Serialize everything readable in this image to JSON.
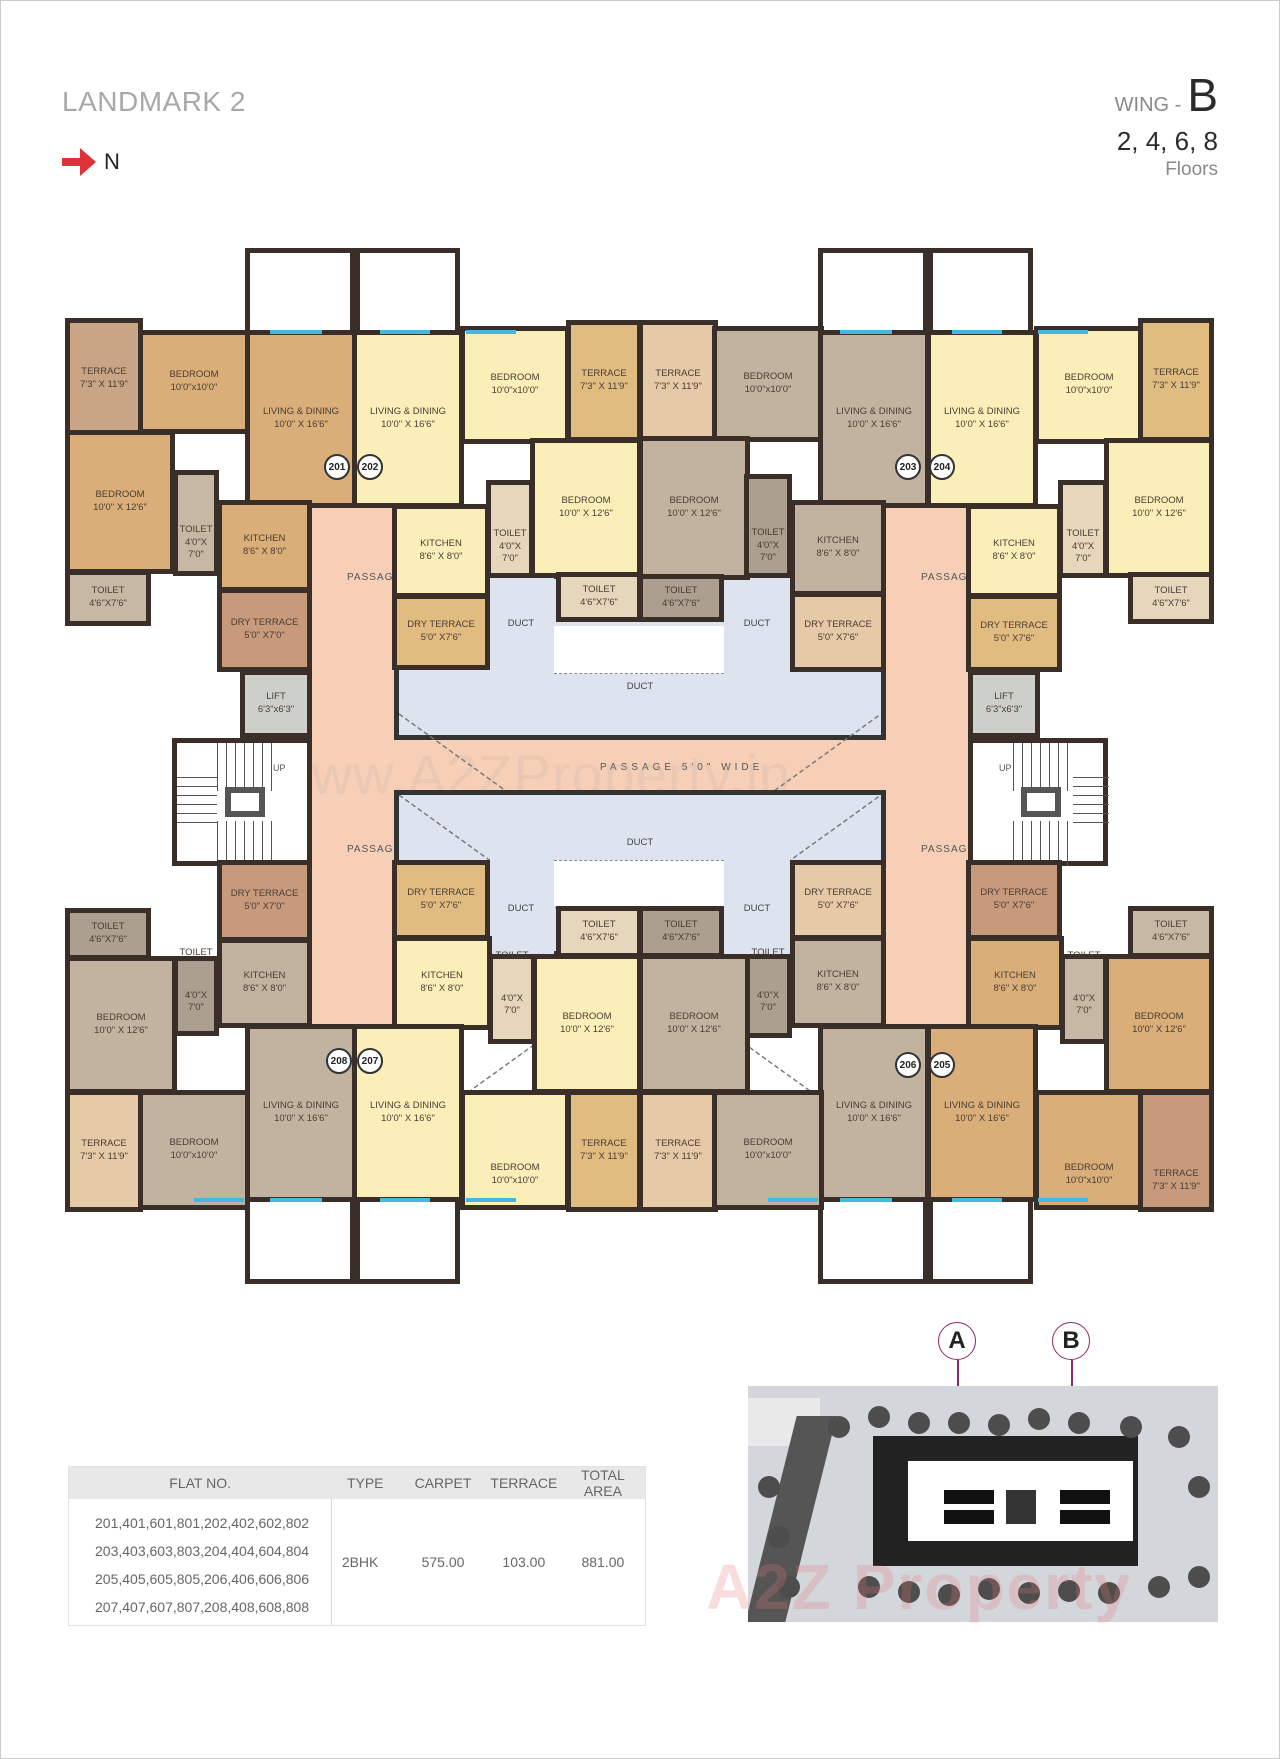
{
  "header": {
    "project_title": "LANDMARK 2",
    "north_label": "N",
    "north_icon": "red-arrow-right",
    "wing_prefix": "WING -",
    "wing_letter": "B",
    "floors": "2, 4, 6, 8",
    "floors_label": "Floors"
  },
  "colors": {
    "wall": "#3a2e29",
    "passage": "#f7cfb7",
    "duct": "#dde3ef",
    "window": "#45b8de",
    "north_arrow": "#e0303a",
    "flat_tan": "#d9ae78",
    "flat_yellow": "#fbefb9",
    "flat_grey": "#c2b3a1"
  },
  "plan": {
    "flat_badges": [
      "201",
      "202",
      "203",
      "204",
      "205",
      "206",
      "207",
      "208"
    ],
    "passage_vertical_label": "PASSAGE",
    "passage_horizontal_label": "PASSAGE 5'0\" WIDE",
    "duct_label": "DUCT",
    "stair_label": "UP",
    "lift": {
      "label": "LIFT",
      "size": "6'3\"x6'3\""
    },
    "watermark": "www.A2ZProperty.in",
    "flats": {
      "f201": {
        "terrace": {
          "label": "TERRACE",
          "size": "7'3\" X 11'9\""
        },
        "bedroom1": {
          "label": "BEDROOM",
          "size": "10'0\"x10'0\""
        },
        "bedroom2": {
          "label": "BEDROOM",
          "size": "10'0\" X 12'6\""
        },
        "living": {
          "label": "LIVING & DINING",
          "size": "10'0\" X 16'6\""
        },
        "kitchen": {
          "label": "KITCHEN",
          "size": "8'6\" X 8'0\""
        },
        "toilet1": {
          "label": "TOILET",
          "size": "4'0\"X 7'0\""
        },
        "toilet2": {
          "label": "TOILET",
          "size": "4'6\"X7'6\""
        },
        "dry_terrace": {
          "label": "DRY TERRACE",
          "size": "5'0\" X7'0\""
        }
      },
      "f202": {
        "living": {
          "label": "LIVING & DINING",
          "size": "10'0\" X 16'6\""
        },
        "bedroom1": {
          "label": "BEDROOM",
          "size": "10'0\"x10'0\""
        },
        "terrace": {
          "label": "TERRACE",
          "size": "7'3\" X 11'9\""
        },
        "bedroom2": {
          "label": "BEDROOM",
          "size": "10'0\" X 12'6\""
        },
        "kitchen": {
          "label": "KITCHEN",
          "size": "8'6\" X 8'0\""
        },
        "toilet1": {
          "label": "TOILET",
          "size": "4'0\"X 7'0\""
        },
        "toilet2": {
          "label": "TOILET",
          "size": "4'6\"X7'6\""
        },
        "dry_terrace": {
          "label": "DRY TERRACE",
          "size": "5'0\" X7'6\""
        }
      },
      "f203": {
        "terrace": {
          "label": "TERRACE",
          "size": "7'3\" X 11'9\""
        },
        "bedroom1": {
          "label": "BEDROOM",
          "size": "10'0\"x10'0\""
        },
        "bedroom2": {
          "label": "BEDROOM",
          "size": "10'0\" X 12'6\""
        },
        "living": {
          "label": "LIVING & DINING",
          "size": "10'0\" X 16'6\""
        },
        "kitchen": {
          "label": "KITCHEN",
          "size": "8'6\" X 8'0\""
        },
        "toilet1": {
          "label": "TOILET",
          "size": "4'0\"X 7'0\""
        },
        "toilet2": {
          "label": "TOILET",
          "size": "4'6\"X7'6\""
        },
        "dry_terrace": {
          "label": "DRY TERRACE",
          "size": "5'0\" X7'6\""
        }
      },
      "f204": {
        "living": {
          "label": "LIVING & DINING",
          "size": "10'0\" X 16'6\""
        },
        "bedroom1": {
          "label": "BEDROOM",
          "size": "10'0\"x10'0\""
        },
        "terrace": {
          "label": "TERRACE",
          "size": "7'3\" X 11'9\""
        },
        "bedroom2": {
          "label": "BEDROOM",
          "size": "10'0\" X 12'6\""
        },
        "kitchen": {
          "label": "KITCHEN",
          "size": "8'6\" X 8'0\""
        },
        "toilet1": {
          "label": "TOILET",
          "size": "4'0\"X 7'0\""
        },
        "toilet2": {
          "label": "TOILET",
          "size": "4'6\"X7'6\""
        },
        "dry_terrace": {
          "label": "DRY TERRACE",
          "size": "5'0\" X7'6\""
        }
      },
      "f208": {
        "toilet2": {
          "label": "TOILET",
          "size": "4'6\"X7'6\""
        },
        "toilet1": {
          "label": "TOILET",
          "size": "4'0\"X 7'0\""
        },
        "kitchen": {
          "label": "KITCHEN",
          "size": "8'6\" X 8'0\""
        },
        "dry_terrace": {
          "label": "DRY TERRACE",
          "size": "5'0\" X7'0\""
        },
        "bedroom2": {
          "label": "BEDROOM",
          "size": "10'0\" X 12'6\""
        },
        "living": {
          "label": "LIVING & DINING",
          "size": "10'0\" X 16'6\""
        },
        "terrace": {
          "label": "TERRACE",
          "size": "7'3\" X 11'9\""
        },
        "bedroom1": {
          "label": "BEDROOM",
          "size": "10'0\"x10'0\""
        }
      },
      "f207": {
        "dry_terrace": {
          "label": "DRY TERRACE",
          "size": "5'0\" X7'6\""
        },
        "kitchen": {
          "label": "KITCHEN",
          "size": "8'6\" X 8'0\""
        },
        "toilet1": {
          "label": "TOILET",
          "size": "4'0\"X 7'0\""
        },
        "toilet2": {
          "label": "TOILET",
          "size": "4'6\"X7'6\""
        },
        "living": {
          "label": "LIVING & DINING",
          "size": "10'0\" X 16'6\""
        },
        "bedroom2": {
          "label": "BEDROOM",
          "size": "10'0\" X 12'6\""
        },
        "bedroom1": {
          "label": "BEDROOM",
          "size": "10'0\"x10'0\""
        },
        "terrace": {
          "label": "TERRACE",
          "size": "7'3\" X 11'9\""
        }
      },
      "f206": {
        "toilet2": {
          "label": "TOILET",
          "size": "4'6\"X7'6\""
        },
        "toilet1": {
          "label": "TOILET",
          "size": "4'0\"X 7'0\""
        },
        "kitchen": {
          "label": "KITCHEN",
          "size": "8'6\" X 8'0\""
        },
        "dry_terrace": {
          "label": "DRY TERRACE",
          "size": "5'0\" X7'6\""
        },
        "bedroom2": {
          "label": "BEDROOM",
          "size": "10'0\" X 12'6\""
        },
        "living": {
          "label": "LIVING & DINING",
          "size": "10'0\" X 16'6\""
        },
        "terrace": {
          "label": "TERRACE",
          "size": "7'3\" X 11'9\""
        },
        "bedroom1": {
          "label": "BEDROOM",
          "size": "10'0\"x10'0\""
        }
      },
      "f205": {
        "dry_terrace": {
          "label": "DRY TERRACE",
          "size": "5'0\" X7'6\""
        },
        "kitchen": {
          "label": "KITCHEN",
          "size": "8'6\" X 8'0\""
        },
        "toilet1": {
          "label": "TOILET",
          "size": "4'0\"X 7'0\""
        },
        "toilet2": {
          "label": "TOILET",
          "size": "4'6\"X7'6\""
        },
        "living": {
          "label": "LIVING & DINING",
          "size": "10'0\" X 16'6\""
        },
        "bedroom2": {
          "label": "BEDROOM",
          "size": "10'0\" X 12'6\""
        },
        "bedroom1": {
          "label": "BEDROOM",
          "size": "10'0\"x10'0\""
        },
        "terrace": {
          "label": "TERRACE",
          "size": "7'3\" X 11'9\""
        }
      }
    }
  },
  "area_table": {
    "headers": [
      "FLAT NO.",
      "TYPE",
      "CARPET",
      "TERRACE",
      "TOTAL AREA"
    ],
    "flat_numbers": [
      "201,401,601,801,202,402,602,802",
      "203,403,603,803,204,404,604,804",
      "205,405,605,805,206,406,606,806",
      "207,407,607,807,208,408,608,808"
    ],
    "type": "2BHK",
    "carpet": "575.00",
    "terrace": "103.00",
    "total_area": "881.00"
  },
  "key_plan": {
    "markers": [
      "A",
      "B"
    ],
    "watermark": "A2Z Property"
  }
}
